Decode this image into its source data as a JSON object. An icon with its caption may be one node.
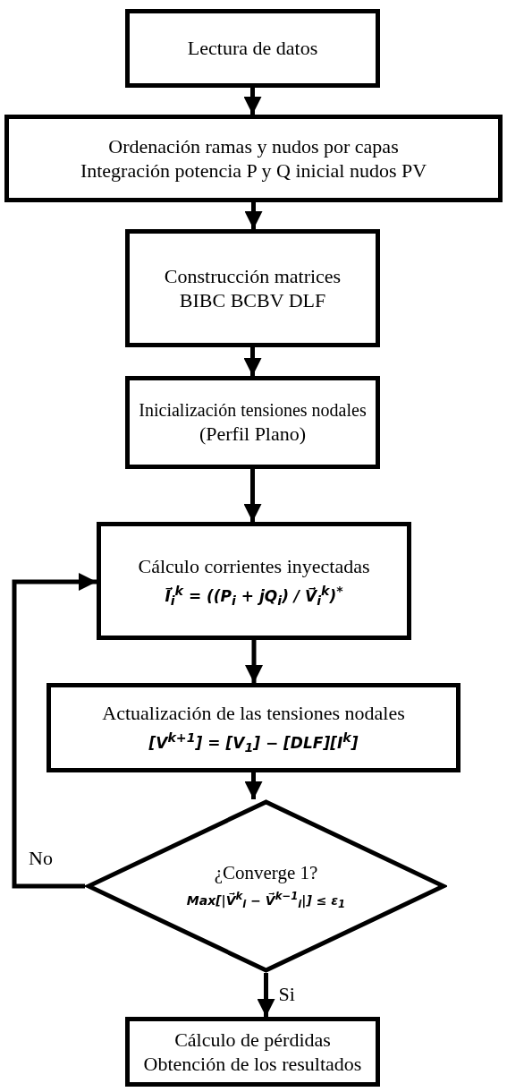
{
  "diagram": {
    "nodes": [
      {
        "text": [
          "Lectura de datos"
        ]
      },
      {
        "text": [
          "Ordenación ramas y nudos por capas",
          "Integración potencia P y Q inicial nudos PV"
        ]
      },
      {
        "text": [
          "Construcción matrices",
          "BIBC BCBV DLF"
        ]
      },
      {
        "text": [
          "Inicialización tensiones nodales",
          "(Perfil Plano)"
        ]
      },
      {
        "text": [
          "Cálculo corrientes inyectadas",
          "I⃗$_{i}$$^{k}$ = ((P$_{i}$ + jQ$_{i}$) / V⃗$_{i}$$^{k}$)$^{*}$"
        ]
      },
      {
        "text": [
          "Actualización de las tensiones nodales",
          "[V$^{k+1}$] = [V$_{1}$] − [DLF][I$^{k}$]"
        ]
      },
      {
        "text": [
          "¿Converge 1?",
          "Max[|V⃗$^{k}$$_{i}$ − V⃗$^{k−1}$$_{i}$|] ≤ ε$_{1}$"
        ]
      },
      {
        "text": [
          "Cálculo de pérdidas",
          "Obtención de los resultados"
        ]
      }
    ],
    "edges": [
      {
        "from": 0,
        "to": 1,
        "arrow": "to"
      },
      {
        "from": 1,
        "to": 2,
        "arrow": "to"
      },
      {
        "from": 2,
        "to": 3,
        "arrow": "to"
      },
      {
        "from": 3,
        "to": 4,
        "arrow": "to"
      },
      {
        "from": 4,
        "to": 5,
        "arrow": "to"
      },
      {
        "from": 5,
        "to": 6,
        "arrow": "to"
      },
      {
        "from": 6,
        "to": 4,
        "arrow": "to",
        "label": "No"
      },
      {
        "from": 6,
        "to": 7,
        "arrow": "to",
        "label": "Si"
      }
    ]
  }
}
